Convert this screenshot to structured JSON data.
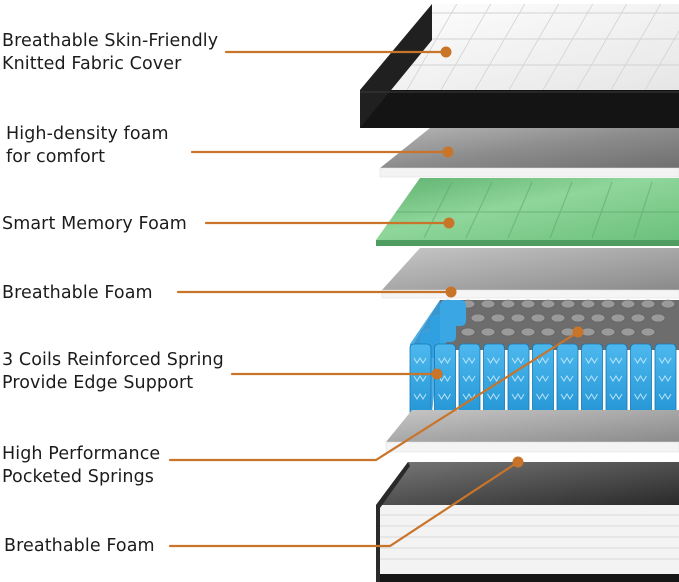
{
  "colors": {
    "leader": "#c8752a",
    "text": "#1c1c1c",
    "cover_top": "#f4f4f4",
    "cover_band": "#1a1a1a",
    "gray_foam": "#8f8f8f",
    "memory_foam": "#7fcf8f",
    "spring_blue": "#2ea6e6",
    "base_white": "#f2f2f2"
  },
  "labels": {
    "cover": {
      "line1": "Breathable Skin-Friendly",
      "line2": "Knitted Fabric Cover"
    },
    "hd_foam": {
      "line1": "High-density foam",
      "line2": "for comfort"
    },
    "memory_foam": {
      "line1": "Smart Memory Foam"
    },
    "breathable_foam_top": {
      "line1": "Breathable Foam"
    },
    "coils": {
      "line1": "3 Coils Reinforced Spring",
      "line2": "Provide Edge Support"
    },
    "pocketed": {
      "line1": "High Performance",
      "line2": "Pocketed Springs"
    },
    "breathable_foam_bottom": {
      "line1": "Breathable Foam"
    }
  }
}
